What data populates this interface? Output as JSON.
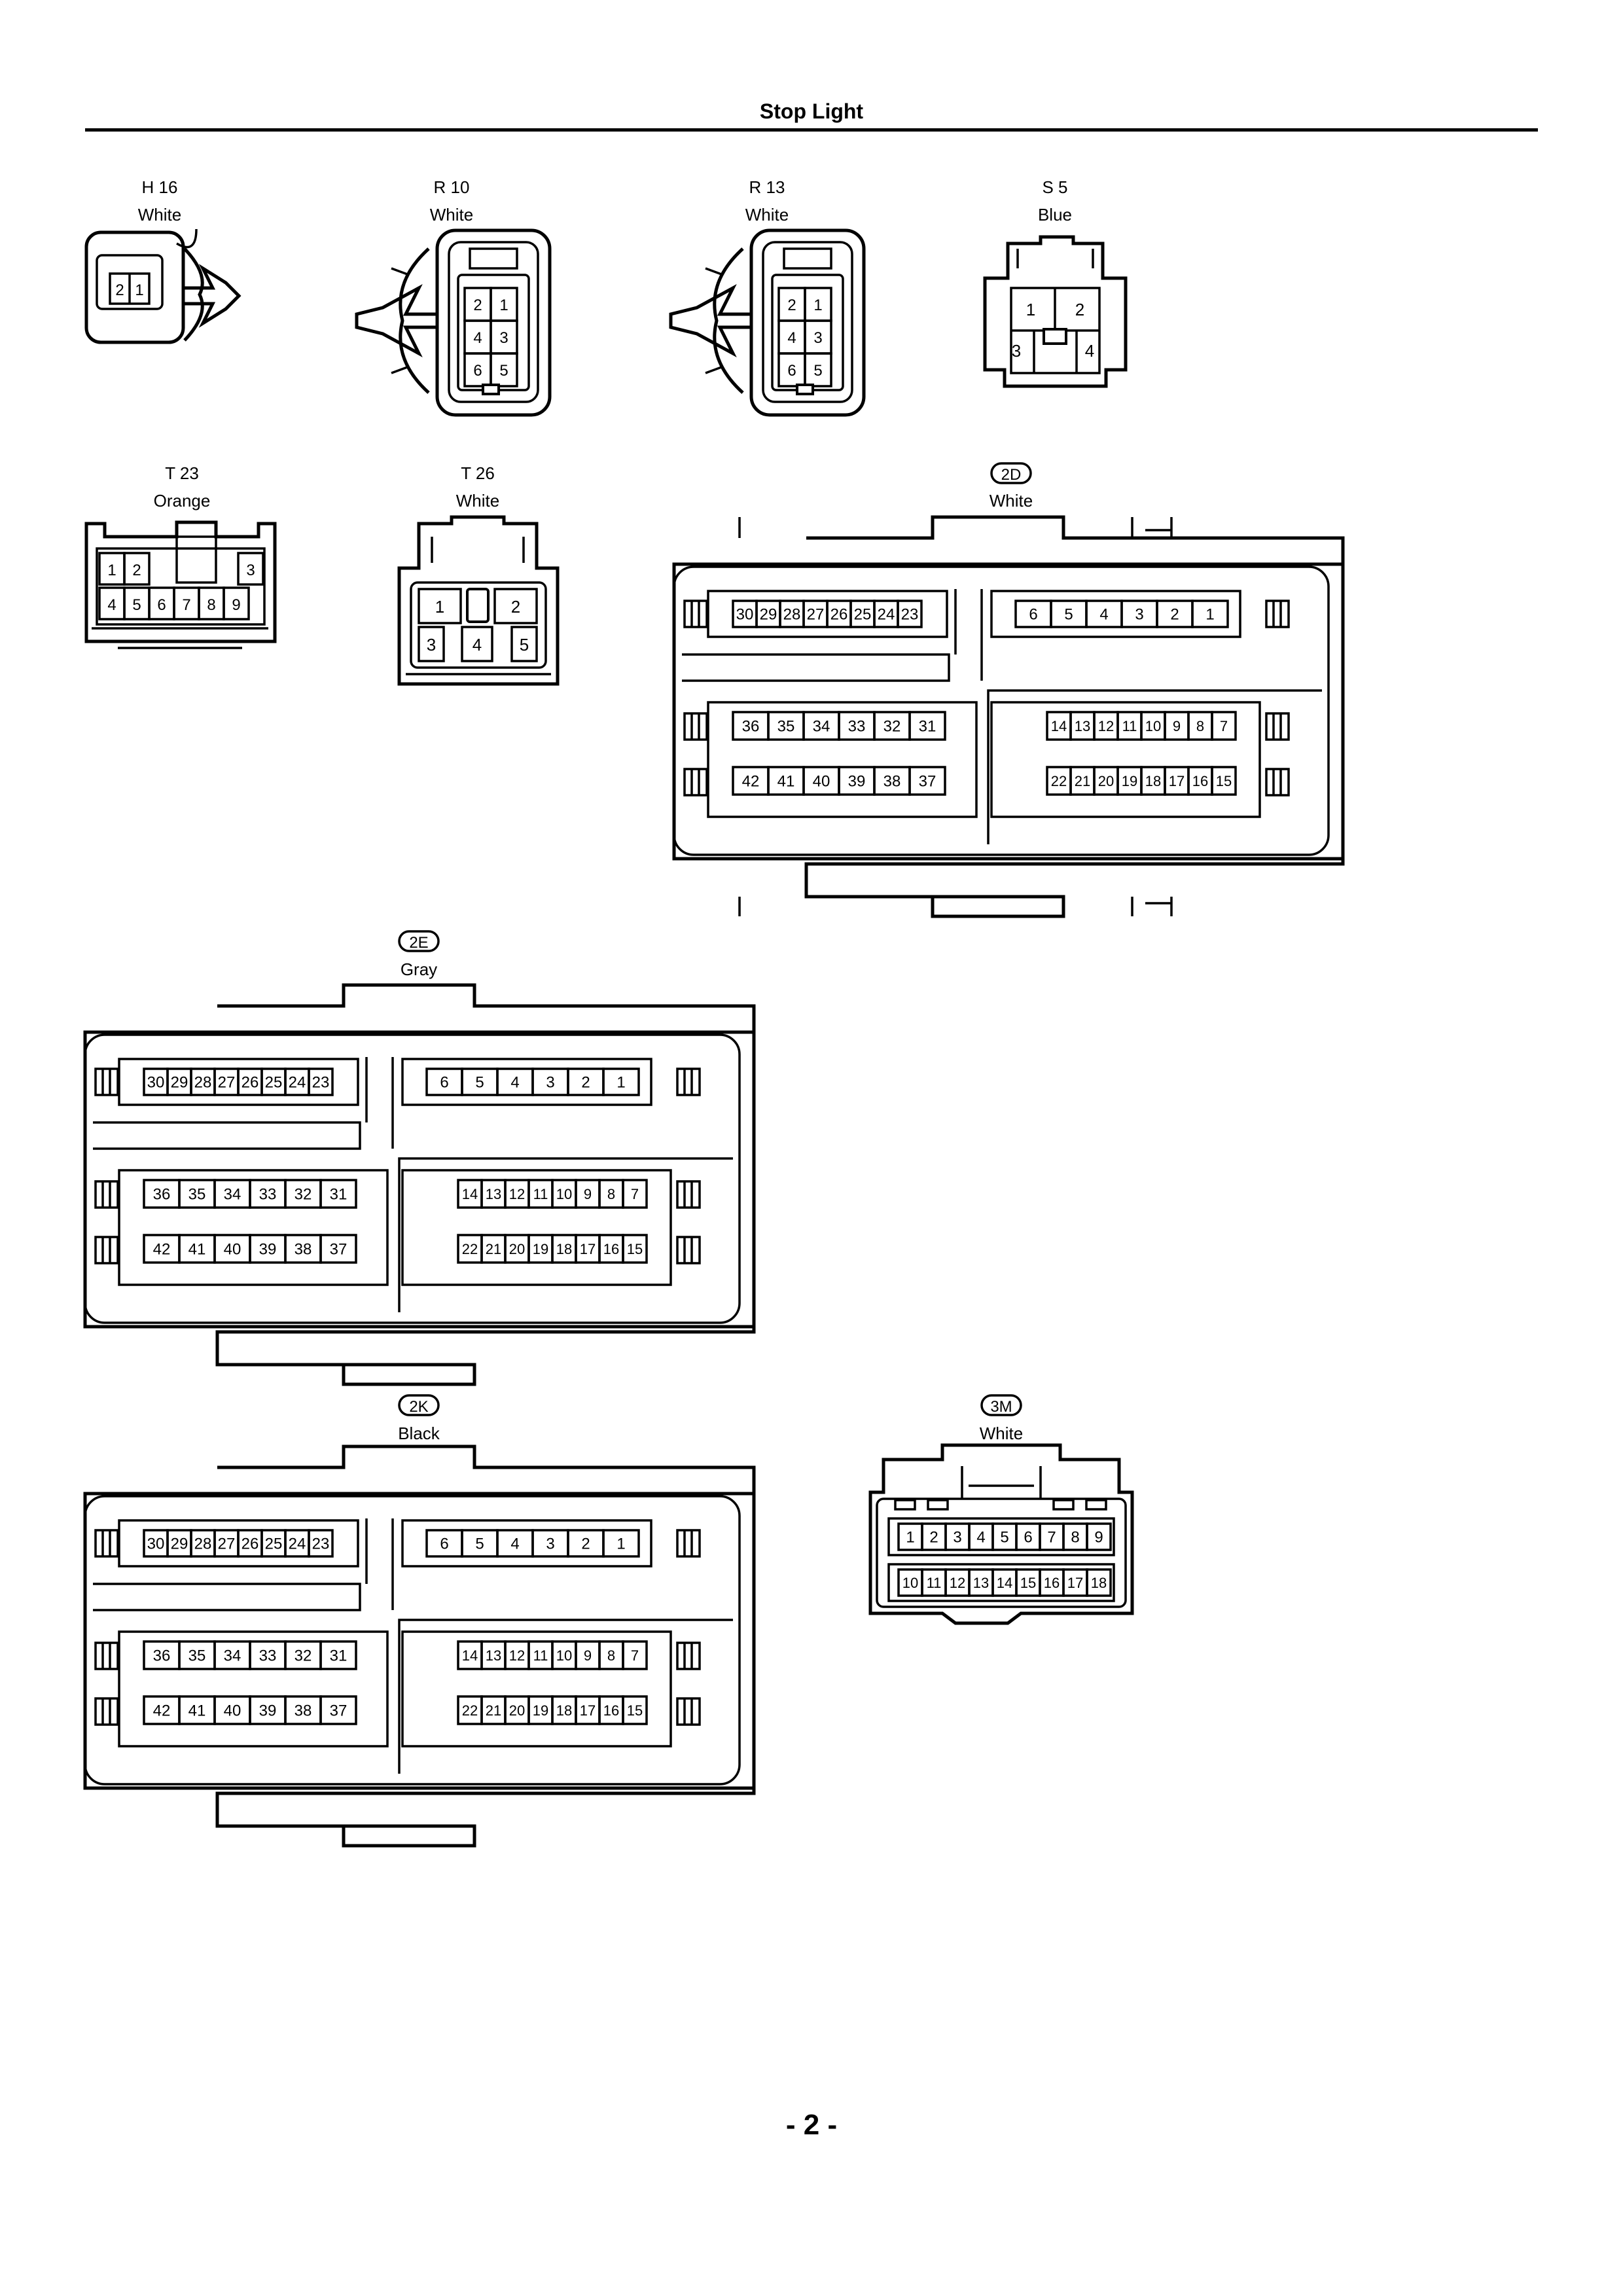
{
  "page": {
    "title": "Stop Light",
    "page_number": "- 2 -"
  },
  "connectors": {
    "H16": {
      "id": "H 16",
      "color": "White",
      "pins": [
        "2",
        "1"
      ]
    },
    "R10": {
      "id": "R 10",
      "color": "White",
      "pins": [
        "2",
        "1",
        "4",
        "3",
        "6",
        "5"
      ]
    },
    "R13": {
      "id": "R 13",
      "color": "White",
      "pins": [
        "2",
        "1",
        "4",
        "3",
        "6",
        "5"
      ]
    },
    "S5": {
      "id": "S 5",
      "color": "Blue",
      "pins": [
        "1",
        "2",
        "3",
        "4"
      ]
    },
    "T23": {
      "id": "T 23",
      "color": "Orange",
      "pins": [
        "1",
        "2",
        "3",
        "4",
        "5",
        "6",
        "7",
        "8",
        "9"
      ]
    },
    "T26": {
      "id": "T 26",
      "color": "White",
      "pins": [
        "1",
        "2",
        "3",
        "4",
        "5"
      ]
    },
    "C2D": {
      "id": "2D",
      "color": "White"
    },
    "C2E": {
      "id": "2E",
      "color": "Gray"
    },
    "C2K": {
      "id": "2K",
      "color": "Black"
    },
    "C3M": {
      "id": "3M",
      "color": "White",
      "row1": [
        "1",
        "2",
        "3",
        "4",
        "5",
        "6",
        "7",
        "8",
        "9"
      ],
      "row2": [
        "10",
        "11",
        "12",
        "13",
        "14",
        "15",
        "16",
        "17",
        "18"
      ]
    }
  },
  "big_connector_pins": {
    "top_left": [
      "30",
      "29",
      "28",
      "27",
      "26",
      "25",
      "24",
      "23"
    ],
    "top_right": [
      "6",
      "5",
      "4",
      "3",
      "2",
      "1"
    ],
    "mid_left": [
      "36",
      "35",
      "34",
      "33",
      "32",
      "31"
    ],
    "mid_right": [
      "14",
      "13",
      "12",
      "11",
      "10",
      "9",
      "8",
      "7"
    ],
    "bot_left": [
      "42",
      "41",
      "40",
      "39",
      "38",
      "37"
    ],
    "bot_right": [
      "22",
      "21",
      "20",
      "19",
      "18",
      "17",
      "16",
      "15"
    ]
  }
}
